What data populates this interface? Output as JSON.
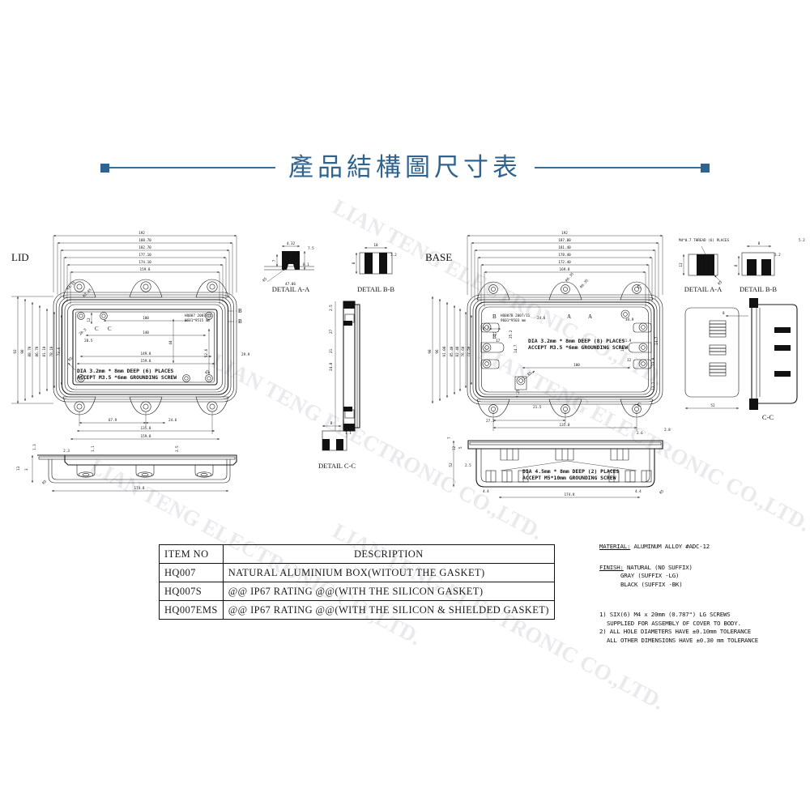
{
  "header": {
    "title": "產品結構圖尺寸表",
    "rule_color": "#3d6f95",
    "square_color": "#2f6490"
  },
  "watermark": {
    "text": "LIAN TENG ELECTRONIC CO.,LTD."
  },
  "drawing": {
    "views": {
      "lid_label": "LID",
      "base_label": "BASE",
      "detail_aa_left": "DETAIL A-A",
      "detail_bb_left": "DETAIL B-B",
      "detail_cc_mid": "DETAIL C-C",
      "detail_aa_right": "DETAIL A-A",
      "detail_bb_right": "DETAIL B-B",
      "section_cc_right": "C-C"
    },
    "annotations": {
      "thread_note": "M4*0.7 THREAD (6) PLACES",
      "lid_hole_note_1": "DIA 3.2mm * 8mm DEEP (6) PLACES",
      "lid_hole_note_2": "ACCEPT M3.5 *6mm GROUNDING SCREW",
      "base_hole_note_1": "DIA 3.2mm * 8mm DEEP (8) PLACES",
      "base_hole_note_2": "ACCEPT M3.5 *6mm GROUNDING SCREW",
      "base_bottom_note_1": "DIA 4.5mm * 8mm DEEP (2) PLACES",
      "base_bottom_note_2": "ACCEPT M5*10mm GROUNDING SCREW",
      "lid_stamp_1": "HQ007 2007/11",
      "lid_stamp_2": "9601*9515 mm",
      "base_stamp_1": "HQ007B 2007/11",
      "base_stamp_2": "9601*9503 mm"
    },
    "section_marks": {
      "a": "A",
      "b": "B",
      "c": "C"
    },
    "lid_dims_top": [
      "192",
      "188.70",
      "182.70",
      "177.10",
      "174.10",
      "159.8"
    ],
    "lid_dims_left": [
      "92",
      "90",
      "88.70",
      "86.70",
      "81.10",
      "78.10",
      "73.6"
    ],
    "lid_dims_inner": [
      "100",
      "140",
      "149.8",
      "159.8",
      "44",
      "52.6",
      "12",
      "20.5"
    ],
    "lid_dims_bottom": [
      "67.9",
      "24.6",
      "135.8",
      "159.8"
    ],
    "lid_section_dims": [
      "1.3",
      "2.3",
      "1.1",
      "2.5",
      "3",
      "1.3",
      "174.8"
    ],
    "base_dims_top": [
      "192",
      "187.00",
      "181.40",
      "178.40",
      "172.40",
      "169.8"
    ],
    "base_dims_left": [
      "98",
      "96",
      "91.08",
      "85.40",
      "82.40",
      "76.60",
      "72.50"
    ],
    "base_dims_inner": [
      "11",
      "17",
      "25.2",
      "14.7",
      "100",
      "34.9",
      "11.9",
      "12",
      "14.7",
      "23.9",
      "13.1",
      "4.7"
    ],
    "base_dims_bottom": [
      "27.1",
      "135.8",
      "2.8",
      "2.6",
      "2"
    ],
    "base_section_dims": [
      "52",
      "2.5",
      "5",
      "12",
      "7",
      "4.4",
      "174.8"
    ],
    "detail_aa_left_dims": [
      "4.32",
      "7.5",
      "7",
      "8.1",
      "45°"
    ],
    "detail_bb_left_dims": [
      "18",
      "3.2",
      "8"
    ],
    "detail_cc_mid_dims": [
      "8",
      "1.1"
    ],
    "detail_aa_right_dims": [
      "12",
      "8"
    ],
    "detail_bb_right_dims": [
      "8",
      "3.2",
      "8"
    ],
    "misc_dims": [
      "29.9",
      "24.9",
      "R2.45",
      "R2.45",
      "R6.35",
      "R6.35",
      "52",
      "14.2",
      "4.32",
      "8.5",
      "5.2"
    ]
  },
  "item_table": {
    "headers": [
      "ITEM NO",
      "DESCRIPTION"
    ],
    "rows": [
      {
        "item": "HQ007",
        "description": "NATURAL ALUMINIUM BOX(WITOUT THE GASKET)"
      },
      {
        "item": "HQ007S",
        "description": "@@ IP67 RATING @@(WITH THE SILICON GASKET)"
      },
      {
        "item": "HQ007EMS",
        "description": "@@ IP67 RATING @@(WITH THE  SILICON & SHIELDED GASKET)"
      }
    ]
  },
  "notes": {
    "material_label": "MATERIAL:",
    "material_value": " ALUMINUM ALLOY #ADC-12",
    "finish_label": "FINISH:",
    "finish_value": " NATURAL (NO SUFFIX)",
    "finish_line2": "GRAY (SUFFIX -LG)",
    "finish_line3": "BLACK (SUFFIX -BK)",
    "note1_line1": "1) SIX(6) M4 x 20mm (0.787\") LG SCREWS",
    "note1_line2": "SUPPLIED FOR ASSEMBLY OF COVER TO BODY.",
    "note2_line1": "2) ALL HOLE DIAMETERS HAVE ±0.10mm TOLERANCE",
    "note2_line2": "ALL OTHER DIMENSIONS HAVE ±0.30 mm TOLERANCE"
  }
}
